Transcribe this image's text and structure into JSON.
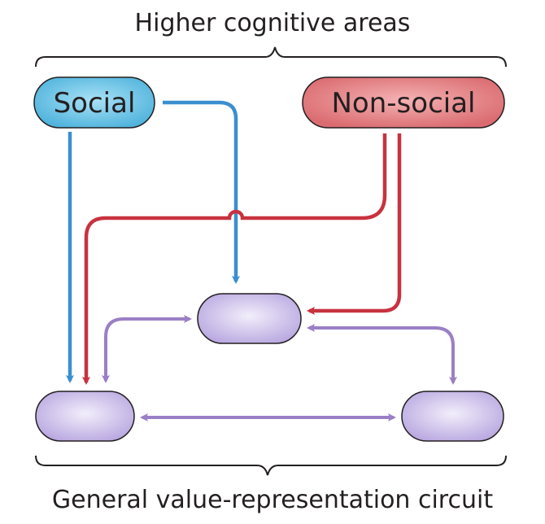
{
  "header": {
    "title": "Higher cognitive areas"
  },
  "footer": {
    "title": "General value-representation circuit"
  },
  "nodes": {
    "social": {
      "label": "Social",
      "color": "#4fb3dc"
    },
    "non_social": {
      "label": "Non-social",
      "color": "#e2757a"
    },
    "circuit_node_color": "#c9bde8"
  },
  "colors": {
    "social_arrow": "#3a8fd0",
    "non_social_arrow": "#c8323f",
    "circuit_arrow": "#9b7fc6",
    "brace": "#231f20"
  }
}
